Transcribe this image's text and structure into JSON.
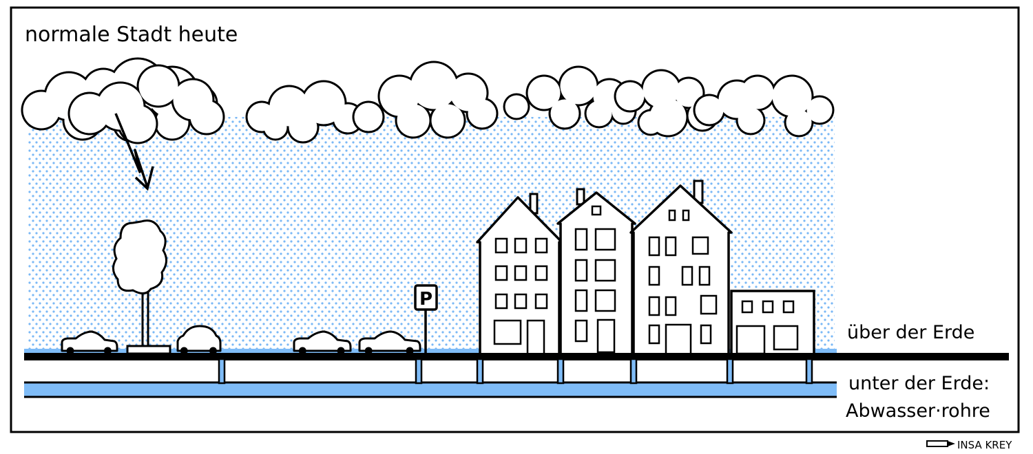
{
  "title": "normale Stadt heute",
  "labels": {
    "above_ground": "über der Erde",
    "below_ground_line1": "unter der Erde:",
    "below_ground_line2": "Abwasser·rohre"
  },
  "parking_sign": "P",
  "credit": "INSA KREY",
  "colors": {
    "water": "#7fbcf7",
    "rain": "#7ab8f5",
    "ink": "#000000"
  }
}
